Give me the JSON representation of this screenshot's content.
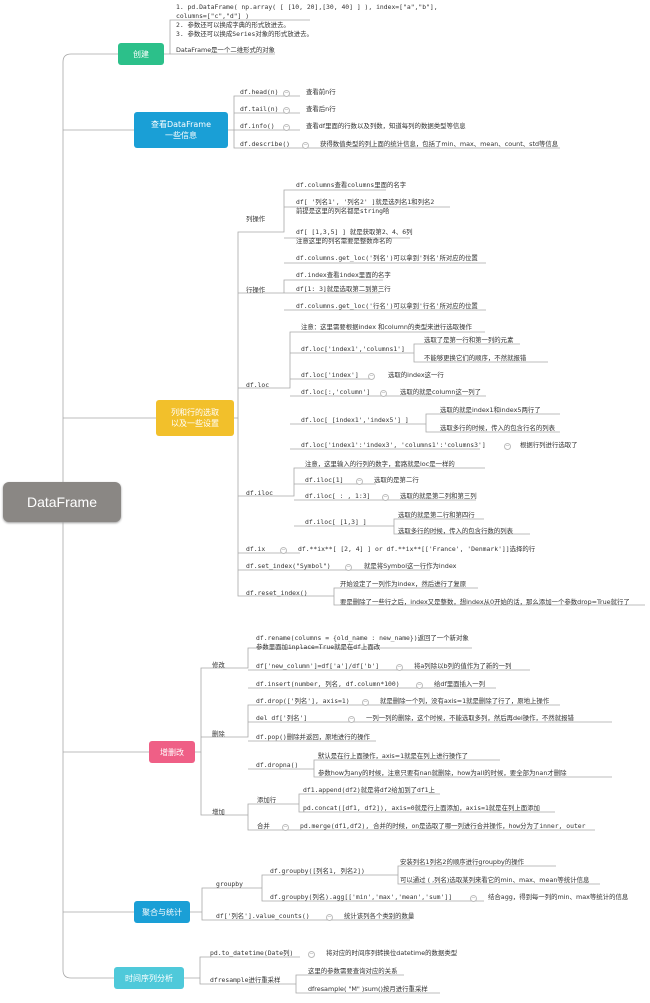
{
  "root": "DataFrame",
  "categories": {
    "create": "创建",
    "view": "查看DataFrame\n一些信息",
    "select": "列和行的选取\n以及一些设置",
    "crud": "增删改",
    "agg": "聚合与统计",
    "ts": "时间序列分析"
  },
  "create": {
    "usage": [
      "1. pd.DataFrame( np.array( [ [10, 20],[30, 40] ] ), index=[\"a\",\"b\"],",
      "columns=[\"c\",\"d\"] )",
      "2. 参数还可以换成字典的形式放进去。",
      "3. 参数还可以换成Series对象的形式放进去。"
    ],
    "note": "DataFrame是一个二维形式的对象"
  },
  "view": {
    "head": "df.head(n)",
    "head_d": "查看前n行",
    "tail": "df.tail(n)",
    "tail_d": "查看后n行",
    "info": "df.info()",
    "info_d": "查看df里面的行数以及列数，知道每列的数据类型等信息",
    "describe": "df.describe()",
    "describe_d": "获得数值类型的列上面的统计信息，包括了min、max、mean、count、std等信息"
  },
  "select": {
    "col": "列操作",
    "col_1": "df.columns查看columns里面的名字",
    "col_2a": "df[ '列名1', '列名2' ]就是选列名1和列名2",
    "col_2b": "前提是这里的列名都是string哈",
    "col_3a": "df[ [1,3,5] ] 就是获取第2、4、6列",
    "col_3b": "注意这里的列名需要是整数命名的",
    "col_4": "df.columns.get_loc('列名')可以拿到'列名'所对应的位置",
    "row": "行操作",
    "row_1": "df.index查看index里面的名字",
    "row_2": "df[1: 3]就是选取第二到第三行",
    "row_3": "df.columns.get_loc('行名')可以拿到'行名'所对应的位置",
    "loc": "df.loc",
    "loc_note": "注意：这里需要根据index 和column的类型来进行选取操作",
    "loc_1": "df.loc['index1','columns1']",
    "loc_1a": "选取了是第一行和第一列的元素",
    "loc_1b": "不能够更换它们的顺序，不然就报错",
    "loc_2": "df.loc['index']",
    "loc_2d": "选取的index这一行",
    "loc_3": "df.loc[:,'column']",
    "loc_3d": "选取的就是column这一列了",
    "loc_4": "df.loc[ [index1','index5'] ]",
    "loc_4a": "选取的就是index1和index5两行了",
    "loc_4b": "选取多行的时候，传入的包含行名的列表",
    "loc_5": "df.loc['index1':'index3', 'columns1':'columns3']",
    "loc_5d": "根据行列进行选取了",
    "iloc": "df.iloc",
    "iloc_note": "注意，这里输入的行列的数字，套路就是loc是一样的",
    "iloc_1": "df.iloc[1]",
    "iloc_1d": "选取的是第二行",
    "iloc_2": "df.iloc[ : , 1:3]",
    "iloc_2d": "选取的就是第二列和第三列",
    "iloc_3": "df.iloc[ [1,3] ]",
    "iloc_3a": "选取的就是第二行和第四行",
    "iloc_3b": "选取多行的时候，传入的包含行数的列表",
    "ix": "df.ix",
    "ix_d": "df.**ix**[ [2, 4] ] or df.**ix**[['France', 'Denmark']]选择的行",
    "set_index": "df.set_index(\"Symbol\")",
    "set_index_d": "就是将Symbol这一行作为index",
    "reset": "df.reset_index()",
    "reset_a": "开始设定了一列作为index，然后进行了复原",
    "reset_b": "要是删除了一些行之后，index又是整数，想index从0开始的话，那么添加一个参数drop=True就行了"
  },
  "crud": {
    "modify": "修改",
    "rename_a": "df.rename(columns = {old_name : new_name})返回了一个新对象",
    "rename_b": "参数里面加inplace=True就是在df上面改",
    "newcol": "df['new_column']=df['a']/df['b']",
    "newcol_d": "将a列除以b列的值作为了新的一列",
    "insert": "df.insert(number, 列名, df.column*100)",
    "insert_d": "给df里面插入一列",
    "delete": "删除",
    "drop": "df.drop(['列名'], axis=1)",
    "drop_d": "就是删除一个列，没有axis=1就是删除了行了，原地上操作",
    "del": "del df['列名']",
    "del_d": "一列一列的删除，这个时候，不能选取多列，然后再del操作，不然就报错",
    "pop": "df.pop()删除并返回，原地进行的操作",
    "dropna": "df.dropna()",
    "dropna_a": "默认是在行上面操作，axis=1就是在列上进行操作了",
    "dropna_b": "参数how为any的时候，注意只要有nan就删除，how为all的时候，要全部为nan才删除",
    "add": "增加",
    "append_grp": "添加行",
    "append": "df1.append(df2)就是将df2给加到了df1上",
    "concat": "pd.concat([df1, df2]), axis=0就是行上面添加，axis=1就是在列上面添加",
    "merge_grp": "合并",
    "merge": "pd.merge(df1,df2), 合并的时候，on是选取了哪一列进行合并操作，how分为了inner, outer"
  },
  "agg": {
    "groupby": "groupby",
    "gb1": "df.groupby([列名1, 列名2])",
    "gb1a": "安装列名1列名2的顺序进行groupby的操作",
    "gb1b": "可以通过 ( ,列名)选取某列来看它的min、max、mean等统计信息",
    "gb2": "df.groupby(列名).agg[['min','max','mean','sum']]",
    "gb2d": "结合agg，得到每一列的min、max等统计的信息",
    "vc": "df['列名'].value_counts()",
    "vc_d": "统计该列各个类别的数量"
  },
  "ts": {
    "to_dt": "pd.to_datetime(Date列)",
    "to_dt_d": "将对应的时间序列转换位datetime的数据类型",
    "resample": "dfresample进行重采样",
    "resample_a": "这里的参数需要查询对应的关系",
    "resample_b": "dfresample( \"M\" )sum()按月进行重采样"
  },
  "colors": {
    "create": "#2cc08a",
    "view": "#1a9fd6",
    "select": "#f2c02b",
    "crud": "#ef5f86",
    "agg": "#1a9fd6",
    "ts": "#4fc9da",
    "root": "#8a8784"
  }
}
